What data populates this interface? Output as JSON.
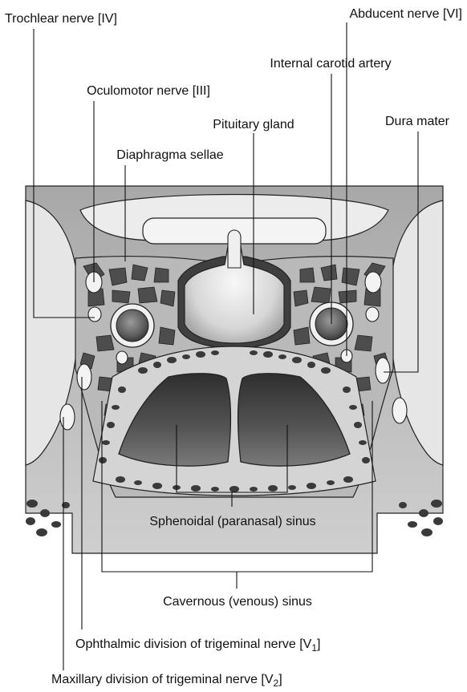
{
  "figure": {
    "labels": {
      "trochlear": "Trochlear nerve [IV]",
      "abducent": "Abducent nerve [VI]",
      "internal_carotid": "Internal carotid artery",
      "oculomotor": "Oculomotor nerve [III]",
      "dura": "Dura mater",
      "pituitary": "Pituitary gland",
      "diaphragma": "Diaphragma sellae",
      "sphenoidal": "Sphenoidal (paranasal) sinus",
      "cavernous": "Cavernous (venous) sinus",
      "ophthalmic": {
        "text": "Ophthalmic division of trigeminal nerve [V",
        "sub": "1",
        "close": "]"
      },
      "maxillary": {
        "text": "Maxillary division of trigeminal nerve [V",
        "sub": "2",
        "close": "]"
      }
    },
    "colors": {
      "background_tissue": "#bdbdbd",
      "light_tissue": "#e4e4e4",
      "dark_tissue": "#4a4a4a",
      "sinus_dark": "#3c3c3c",
      "nerve": "#f2f2f2",
      "line": "#111111"
    }
  }
}
